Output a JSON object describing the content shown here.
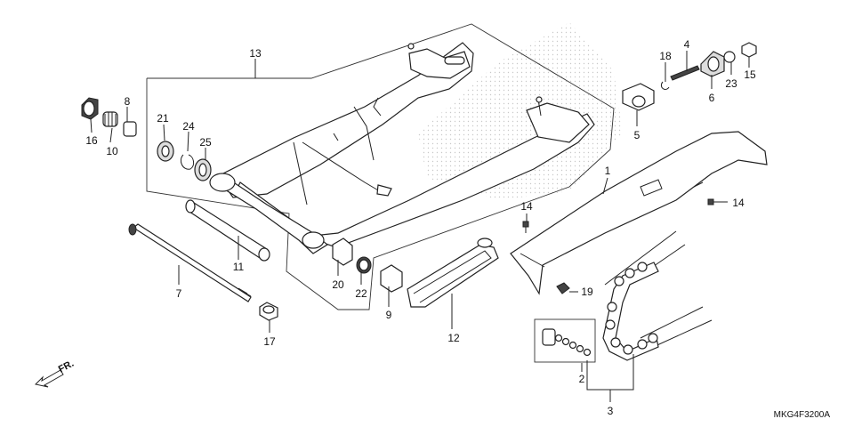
{
  "diagram": {
    "code": "MKG4F3200A",
    "direction": "FR.",
    "labels": {
      "p1": "1",
      "p2": "2",
      "p3": "3",
      "p4": "4",
      "p5": "5",
      "p6": "6",
      "p7": "7",
      "p8": "8",
      "p9": "9",
      "p10": "10",
      "p11": "11",
      "p12": "12",
      "p13": "13",
      "p14a": "14",
      "p14b": "14",
      "p15": "15",
      "p16": "16",
      "p17": "17",
      "p18": "18",
      "p19": "19",
      "p20": "20",
      "p21": "21",
      "p22": "22",
      "p23": "23",
      "p24": "24",
      "p25": "25"
    }
  }
}
